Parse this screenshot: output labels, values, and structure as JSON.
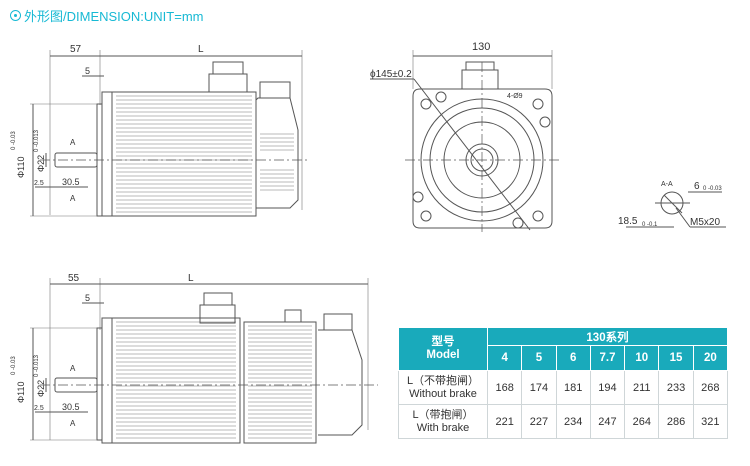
{
  "title": "外形图/DIMENSION:UNIT=mm",
  "top_view": {
    "dim_57": "57",
    "dim_L": "L",
    "dim_5": "5",
    "dim_phi110": "Φ110",
    "tol_110": "0 -0.03",
    "dim_phi22": "Φ22",
    "tol_22": "0 -0.013",
    "dim_2_5": "2.5",
    "dim_30_5": "30.5",
    "section_a": "A"
  },
  "front_view": {
    "dim_130": "130",
    "dim_phi145": "ϕ145±0.2",
    "holes": "4-Ø9"
  },
  "section": {
    "label": "A-A",
    "dim_6": "6",
    "tol_6": "0 -0.03",
    "dim_18_5": "18.5",
    "tol_18_5": "0 -0.1",
    "thread": "M5x20"
  },
  "bottom_view": {
    "dim_55": "55",
    "dim_L": "L",
    "dim_5": "5",
    "dim_phi110": "Φ110",
    "tol_110": "0 -0.03",
    "dim_phi22": "Φ22",
    "tol_22": "0 -0.013",
    "dim_2_5": "2.5",
    "dim_30_5": "30.5",
    "section_a": "A"
  },
  "table": {
    "model_cn": "型号",
    "model_en": "Model",
    "series": "130系列",
    "models": [
      "4",
      "5",
      "6",
      "7.7",
      "10",
      "15",
      "20"
    ],
    "rows": [
      {
        "label_cn": "L（不带抱闸）",
        "label_en": "Without brake",
        "values": [
          "168",
          "174",
          "181",
          "194",
          "211",
          "233",
          "268"
        ]
      },
      {
        "label_cn": "L（带抱闸）",
        "label_en": "With brake",
        "values": [
          "221",
          "227",
          "234",
          "247",
          "264",
          "286",
          "321"
        ]
      }
    ]
  }
}
